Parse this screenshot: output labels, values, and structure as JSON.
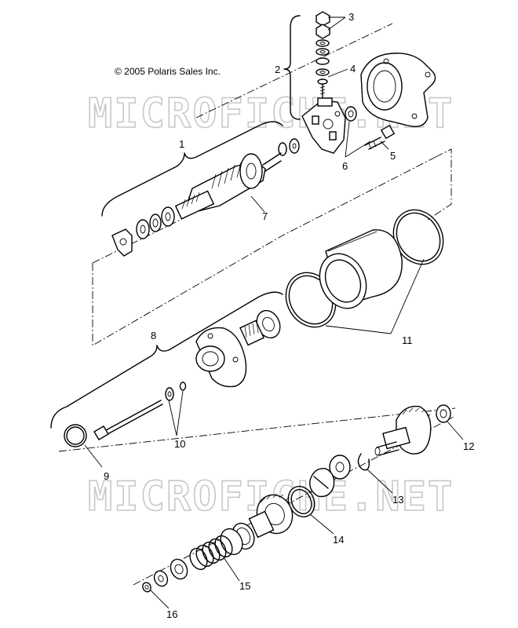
{
  "copyright": "© 2005 Polaris Sales Inc.",
  "watermark": "MICROFICHE.NET",
  "callouts": [
    {
      "id": "1",
      "label": "1"
    },
    {
      "id": "2",
      "label": "2"
    },
    {
      "id": "3",
      "label": "3"
    },
    {
      "id": "4",
      "label": "4"
    },
    {
      "id": "5",
      "label": "5"
    },
    {
      "id": "6",
      "label": "6"
    },
    {
      "id": "7",
      "label": "7"
    },
    {
      "id": "8",
      "label": "8"
    },
    {
      "id": "9",
      "label": "9"
    },
    {
      "id": "10",
      "label": "10"
    },
    {
      "id": "11",
      "label": "11"
    },
    {
      "id": "12",
      "label": "12"
    },
    {
      "id": "13",
      "label": "13"
    },
    {
      "id": "14",
      "label": "14"
    },
    {
      "id": "15",
      "label": "15"
    },
    {
      "id": "16",
      "label": "16"
    }
  ]
}
